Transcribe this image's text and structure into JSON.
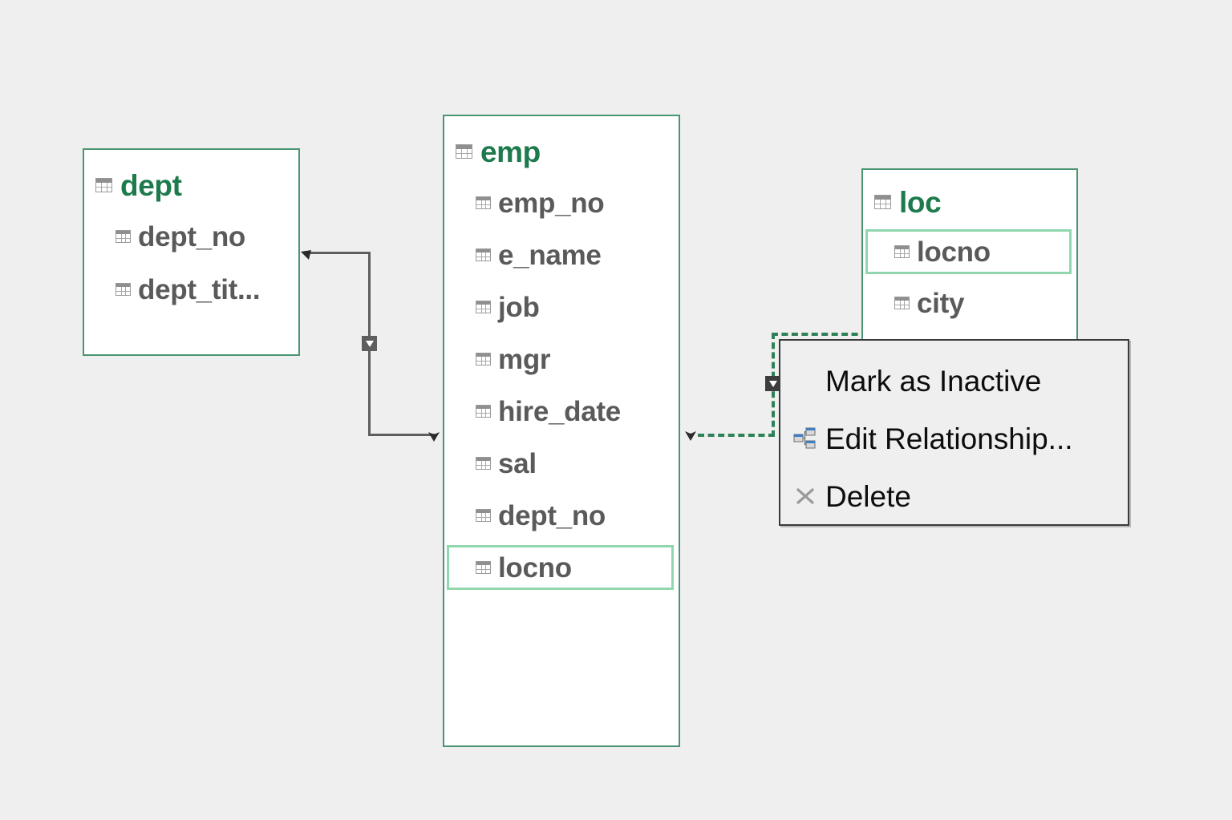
{
  "canvas": {
    "background": "#efefef",
    "accent_green": "#1d7a4c",
    "border_green": "#4a9571",
    "highlight_green": "#91d7ae",
    "relationship_green": "#2e8157",
    "field_text_color": "#5a5a5a",
    "connector_gray": "#5e5e5e"
  },
  "entities": [
    {
      "name": "dept",
      "icon": "table-grid-icon",
      "fields": [
        {
          "label": "dept_no",
          "icon": "column-grid-icon",
          "selected": false
        },
        {
          "label": "dept_tit...",
          "icon": "column-grid-icon",
          "selected": false
        }
      ]
    },
    {
      "name": "emp",
      "icon": "table-grid-icon",
      "fields": [
        {
          "label": "emp_no",
          "icon": "column-grid-icon",
          "selected": false
        },
        {
          "label": "e_name",
          "icon": "column-grid-icon",
          "selected": false
        },
        {
          "label": "job",
          "icon": "column-grid-icon",
          "selected": false
        },
        {
          "label": "mgr",
          "icon": "column-grid-icon",
          "selected": false
        },
        {
          "label": "hire_date",
          "icon": "column-grid-icon",
          "selected": false
        },
        {
          "label": "sal",
          "icon": "column-grid-icon",
          "selected": false
        },
        {
          "label": "dept_no",
          "icon": "column-grid-icon",
          "selected": false
        },
        {
          "label": "locno",
          "icon": "column-grid-icon",
          "selected": true
        }
      ]
    },
    {
      "name": "loc",
      "icon": "table-grid-icon",
      "fields": [
        {
          "label": "locno",
          "icon": "column-grid-icon",
          "selected": true
        },
        {
          "label": "city",
          "icon": "column-grid-icon",
          "selected": false
        }
      ]
    }
  ],
  "relationships": [
    {
      "id": "dept-emp",
      "from": "dept",
      "to": "emp",
      "style": "solid",
      "color": "#5e5e5e",
      "selected": false,
      "cardinality_marker": "one-to-many"
    },
    {
      "id": "emp-loc",
      "from": "loc",
      "to": "emp",
      "style": "dashed",
      "color": "#2e8157",
      "selected": true,
      "cardinality_marker": "one-to-many"
    }
  ],
  "context_menu": {
    "items": [
      {
        "label": "Mark as Inactive",
        "icon": null
      },
      {
        "label": "Edit Relationship...",
        "icon": "relationship-icon"
      },
      {
        "label": "Delete",
        "icon": "close-x-icon"
      }
    ]
  }
}
